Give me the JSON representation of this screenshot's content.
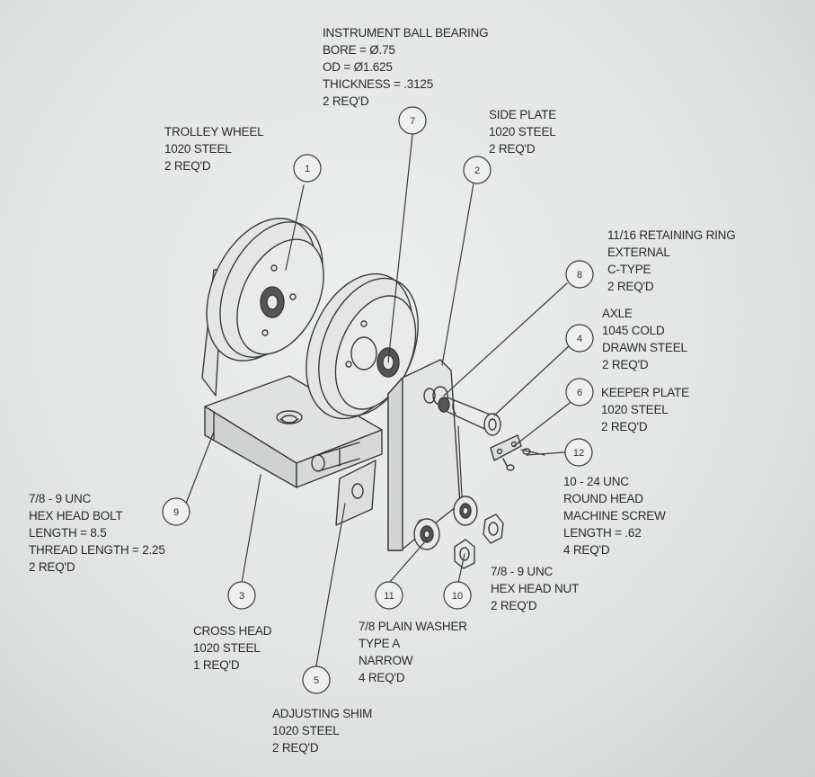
{
  "notes": {
    "bearing": [
      "INSTRUMENT BALL BEARING",
      "BORE = Ø.75",
      "OD = Ø1.625",
      "THICKNESS = .3125",
      "2 REQ'D"
    ],
    "wheel": [
      "TROLLEY WHEEL",
      "1020 STEEL",
      "2 REQ'D"
    ],
    "side_plate": [
      "SIDE PLATE",
      "1020 STEEL",
      "2 REQ'D"
    ],
    "retaining_ring": [
      "11/16 RETAINING RING",
      "EXTERNAL",
      "C-TYPE",
      "2 REQ'D"
    ],
    "axle": [
      "AXLE",
      "1045 COLD",
      "DRAWN STEEL",
      "2 REQ'D"
    ],
    "keeper_plate": [
      "KEEPER PLATE",
      "1020 STEEL",
      "2 REQ'D"
    ],
    "screw": [
      "10 - 24 UNC",
      "ROUND HEAD",
      "MACHINE SCREW",
      "LENGTH = .62",
      "4 REQ'D"
    ],
    "bolt": [
      "7/8 - 9 UNC",
      "HEX HEAD BOLT",
      "LENGTH = 8.5",
      "THREAD LENGTH = 2.25",
      "2 REQ'D"
    ],
    "nut": [
      "7/8 - 9 UNC",
      "HEX HEAD NUT",
      "2 REQ'D"
    ],
    "washer": [
      "7/8 PLAIN WASHER",
      "TYPE A",
      "NARROW",
      "4 REQ'D"
    ],
    "cross_head": [
      "CROSS HEAD",
      "1020 STEEL",
      "1 REQ'D"
    ],
    "shim": [
      "ADJUSTING SHIM",
      "1020 STEEL",
      "2 REQ'D"
    ]
  },
  "balloons": {
    "b1": "1",
    "b2": "2",
    "b3": "3",
    "b4": "4",
    "b5": "5",
    "b6": "6",
    "b7": "7",
    "b8": "8",
    "b9": "9",
    "b10": "10",
    "b11": "11",
    "b12": "12"
  },
  "colors": {
    "line": "#3a3a3a",
    "paper": "#e6e9e7",
    "text": "#2a2a2a"
  }
}
